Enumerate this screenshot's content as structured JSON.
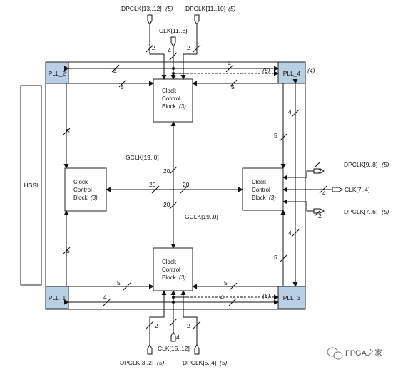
{
  "pll": {
    "tl": "PLL_2",
    "tr": "PLL_4",
    "tr_note": "(4)",
    "bl": "PLL_1",
    "br": "PLL_3"
  },
  "hssi": "HSSI",
  "clock_block": {
    "line1": "Clock",
    "line2": "Control",
    "line3": "Block",
    "note": "(3)"
  },
  "signals": {
    "dpclk_13_12": "DPCLK[13..12]",
    "dpclk_11_10": "DPCLK[11..10]",
    "clk_11_8": "CLK[11..8]",
    "dpclk_9_8": "DPCLK[9..8]",
    "clk_7_4": "CLK[7..4]",
    "dpclk_7_6": "DPCLK[7..6]",
    "dpclk_3_2": "DPCLK[3..2]",
    "clk_15_12": "CLK[15..12]",
    "dpclk_5_4": "DPCLK[5..4]",
    "gclk": "GCLK[19..0]",
    "note5": "(5)",
    "note6": "(6)"
  },
  "bus_widths": {
    "w2": "2",
    "w4": "4",
    "w5": "5",
    "w20": "20"
  },
  "watermark": "FPGA之家"
}
